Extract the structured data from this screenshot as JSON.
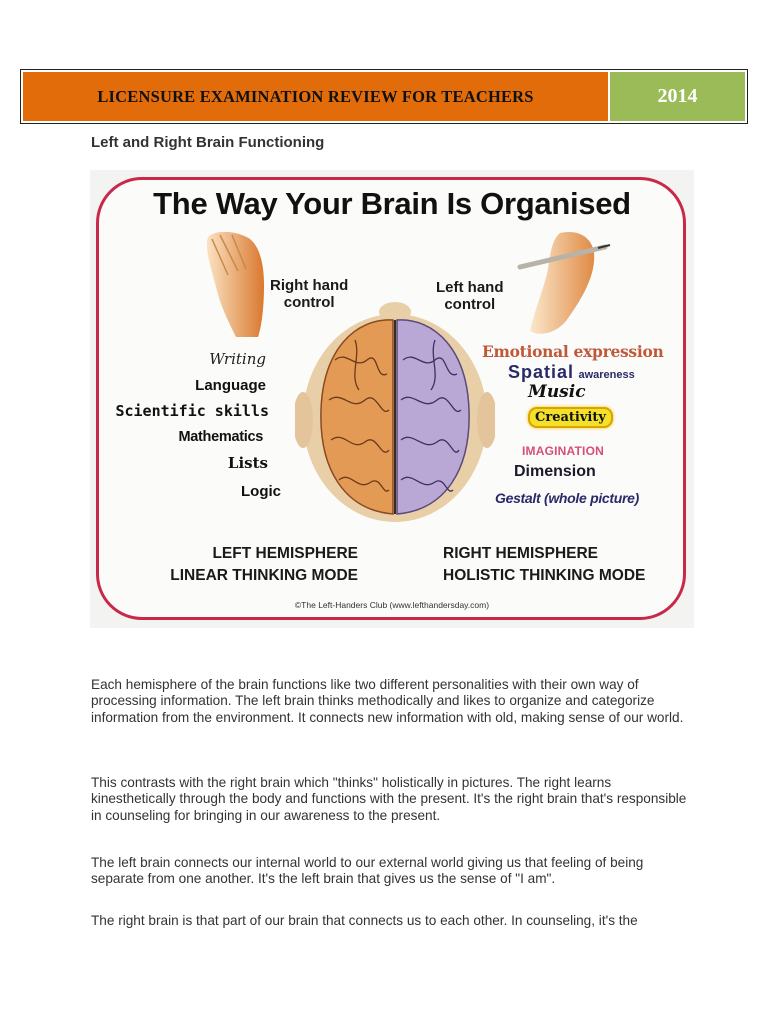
{
  "header": {
    "title": "LICENSURE EXAMINATION REVIEW FOR TEACHERS",
    "year": "2014",
    "colors": {
      "title_bg": "#e36c0a",
      "year_bg": "#9bbb59"
    }
  },
  "section_title": "Left and Right Brain Functioning",
  "figure": {
    "title": "The Way Your Brain Is Organised",
    "right_hand_label": [
      "Right hand",
      "control"
    ],
    "left_hand_label": [
      "Left hand",
      "control"
    ],
    "left_functions": [
      "Writing",
      "Language",
      "Scientific skills",
      "Mathematics",
      "Lists",
      "Logic"
    ],
    "right_functions": [
      "Emotional expression",
      "Spatial",
      "awareness",
      "Music",
      "Creativity",
      "IMAGINATION",
      "Dimension",
      "Gestalt (whole picture)"
    ],
    "left_hemisphere": [
      "LEFT HEMISPHERE",
      "LINEAR THINKING MODE"
    ],
    "right_hemisphere": [
      "RIGHT HEMISPHERE",
      "HOLISTIC THINKING MODE"
    ],
    "credit": "©The Left-Handers Club (www.lefthandersday.com)",
    "colors": {
      "frame": "#c8284a",
      "left_brain": "#e39a55",
      "right_brain": "#b9a8d6"
    }
  },
  "paragraphs": [
    "Each hemisphere of the brain functions like two different personalities with their own way of processing information. The left brain thinks methodically and likes to organize and categorize information from the environment. It connects new information with old, making sense of our world.",
    "This contrasts with the right brain which \"thinks\" holistically in pictures. The right learns kinesthetically through the body and functions with the present. It's the right brain that's responsible in counseling for bringing in our awareness to the present.",
    "The left brain connects our internal world to our external world giving us that feeling of being separate from one another. It's the left brain that gives us the sense of \"I am\".",
    "The right brain is that part of our brain that connects us to each other. In counseling, it's the"
  ]
}
